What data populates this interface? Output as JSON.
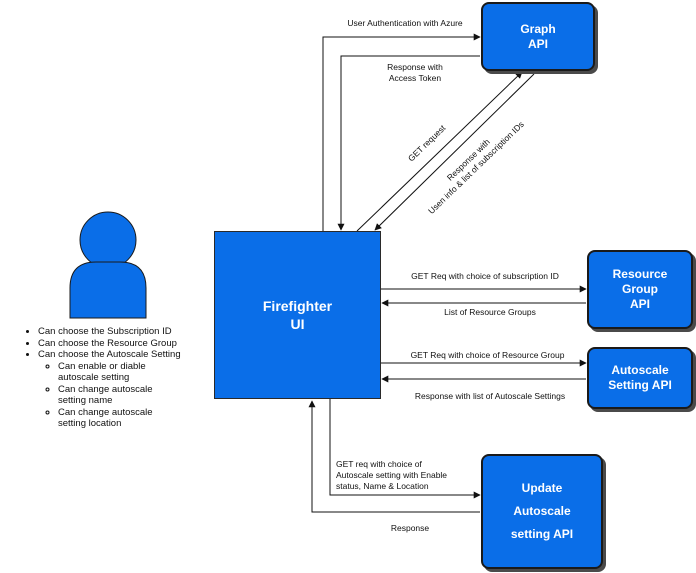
{
  "boxes": {
    "main": [
      "Firefighter",
      "UI"
    ],
    "graph": [
      "Graph",
      "API"
    ],
    "resource_group": [
      "Resource",
      "Group",
      "API"
    ],
    "autoscale": [
      "Autoscale",
      "Setting API"
    ],
    "update": [
      "Update",
      "Autoscale",
      "setting API"
    ]
  },
  "edges": {
    "auth": "User Authentication with Azure",
    "token": [
      "Response with",
      "Access Token"
    ],
    "get_request": "GET request",
    "user_info": [
      "Response with",
      "Usen info & list of subscription IDs"
    ],
    "get_rg": "GET Req with choice of subscription ID",
    "list_rg": "List of Resource Groups",
    "get_as": "GET Req with choice of Resource Group",
    "list_as": "Response with list of Autoscale Settings",
    "update_req": [
      "GET req with choice of",
      "Autoscale setting with Enable",
      "status, Name & Location"
    ],
    "update_resp": "Response"
  },
  "features": {
    "items": [
      "Can choose the Subscription ID",
      "Can choose the Resource Group",
      "Can choose the Autoscale Setting"
    ],
    "sub_items": [
      [
        "Can enable or diable",
        "autoscale setting"
      ],
      [
        "Can change autoscale",
        "setting name"
      ],
      [
        "Can change autoscale",
        "setting location"
      ]
    ]
  },
  "colors": {
    "box_fill": "#0a6ee8",
    "line": "#111111"
  },
  "icons": {
    "user": "user-icon"
  }
}
